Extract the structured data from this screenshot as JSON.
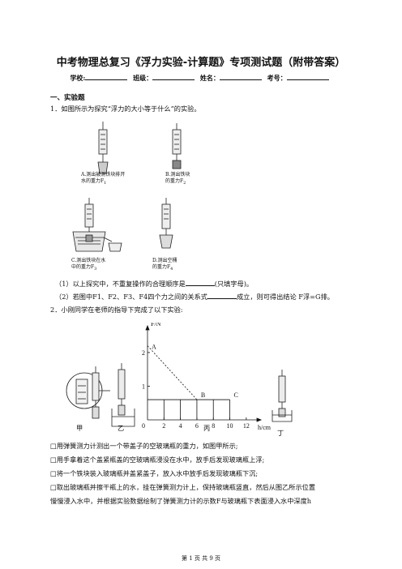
{
  "header": {
    "title": "中考物理总复习《浮力实验-计算题》专项测试题（附带答案）",
    "school_label": "学校:",
    "class_label": "班级：",
    "name_label": "姓名：",
    "exam_no_label": "考号："
  },
  "section1": {
    "heading": "一、实验题"
  },
  "q1": {
    "number": "1．",
    "stem": "如图所示为探究“浮力的大小等于什么”的实验。",
    "captions": {
      "A_line1": "A.测出被测铁块排开",
      "A_line2": "水的重力F",
      "A_sub": "1",
      "B_line1": "B.测出铁块",
      "B_line2": "的重力F",
      "B_sub": "2",
      "C_line1": "C.测出铁块在水",
      "C_line2": "中的重力F",
      "C_sub": "3",
      "D_line1": "D.测出空桶",
      "D_line2": "的重力F",
      "D_sub": "4"
    },
    "sub1_prefix": "（1）以上探究中，不重复操作的合理顺序是",
    "sub1_suffix": "(只填字母)。",
    "sub2_prefix": "（2）若图中F",
    "sub2_vars": "1、F2、F3、F4",
    "sub2_mid": "四个力之间的关系式",
    "sub2_suffix": "成立，则可得出结论 F",
    "sub2_eq": "浮=G",
    "sub2_end": "排。"
  },
  "q2": {
    "number": "2．",
    "stem": "小刚同学在老师的指导下完成了以下实验:",
    "labels": {
      "jia": "甲",
      "yi": "乙",
      "bing": "丙",
      "ding": "丁"
    },
    "steps": [
      "□用弹簧测力计测出一个带盖子的空玻璃瓶的重力，如图甲所示;",
      "□用手拿着这个盖紧瓶盖的空玻璃瓶浸没在水中，放手后发现玻璃瓶上浮;",
      "□将一个铁块装入玻璃瓶并盖紧盖子，放入水中放手后发现玻璃瓶下沉;",
      "□取出玻璃瓶并擦干瓶上的水，挂在弹簧测力计上，保持玻璃瓶竖直，然后从图乙所示位置",
      "慢慢浸入水中，并根据实验数据绘制了弹簧测力计的示数F与玻璃瓶下表面浸入水中深度h"
    ]
  },
  "chart_data": {
    "type": "line",
    "ylabel": "F/N",
    "xlabel": "h/cm",
    "x_ticks": [
      "0",
      "2",
      "4",
      "6",
      "8",
      "10",
      "12"
    ],
    "y_ticks": [
      "1",
      "2"
    ],
    "points": [
      {
        "label": "A",
        "x": 0,
        "y": 2.2
      },
      {
        "label": "B",
        "x": 6,
        "y": 0.6
      },
      {
        "label": "C",
        "x": 10,
        "y": 0.6
      }
    ],
    "xlim": [
      0,
      13
    ],
    "ylim": [
      0,
      2.6
    ]
  },
  "footer": {
    "text": "第 1 页 共 9 页"
  }
}
